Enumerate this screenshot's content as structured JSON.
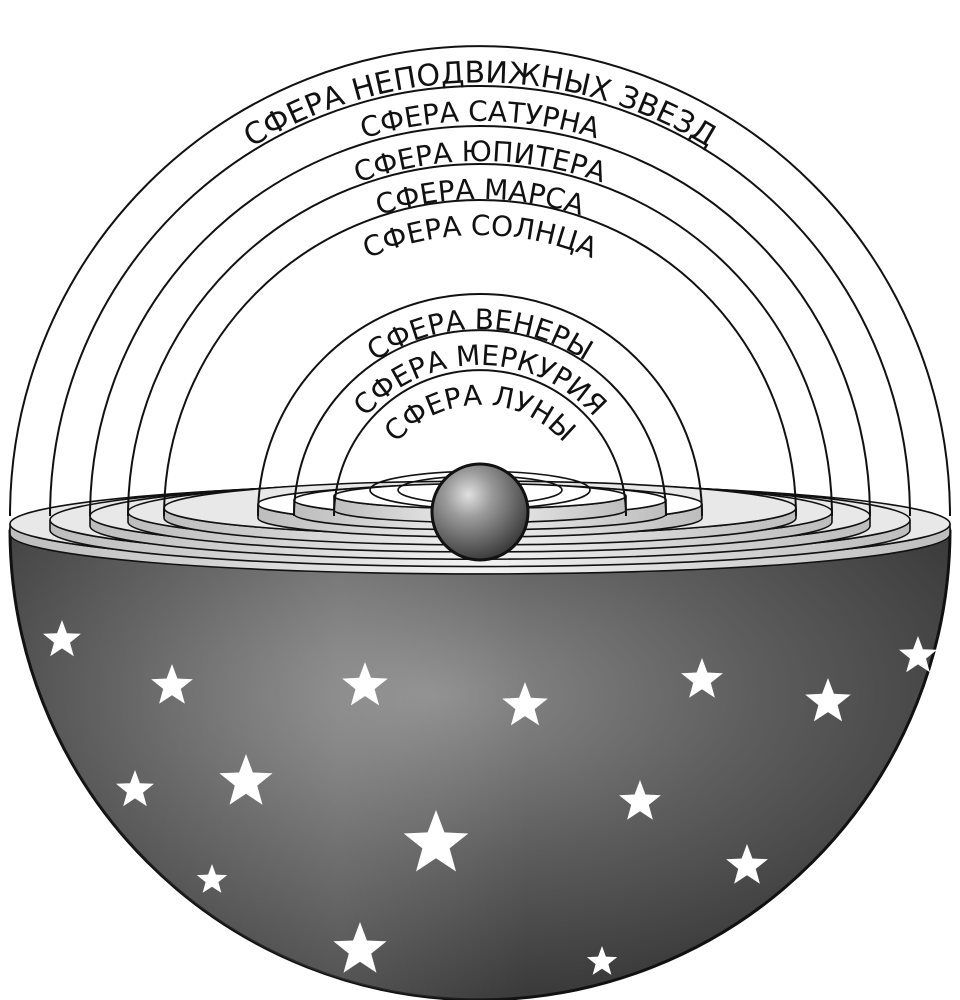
{
  "diagram": {
    "spheres": [
      {
        "id": "fixed-stars",
        "label": "СФЕРА НЕПОДВИЖНЫХ ЗВЕЗД"
      },
      {
        "id": "saturn",
        "label": "СФЕРА САТУРНА"
      },
      {
        "id": "jupiter",
        "label": "СФЕРА ЮПИТЕРА"
      },
      {
        "id": "mars",
        "label": "СФЕРА МАРСА"
      },
      {
        "id": "sun",
        "label": "СФЕРА СОЛНЦА"
      },
      {
        "id": "venus",
        "label": "СФЕРА ВЕНЕРЫ"
      },
      {
        "id": "mercury",
        "label": "СФЕРА МЕРКУРИЯ"
      },
      {
        "id": "moon",
        "label": "СФЕРА ЛУНЫ"
      }
    ],
    "center_body": "earth",
    "colors": {
      "outline": "#111111",
      "background": "#ffffff",
      "hemisphere_dark": "#3b3b3b",
      "hemisphere_light": "#8a8a8a",
      "ring_face": "#e8e8e8",
      "star": "#ffffff"
    }
  }
}
